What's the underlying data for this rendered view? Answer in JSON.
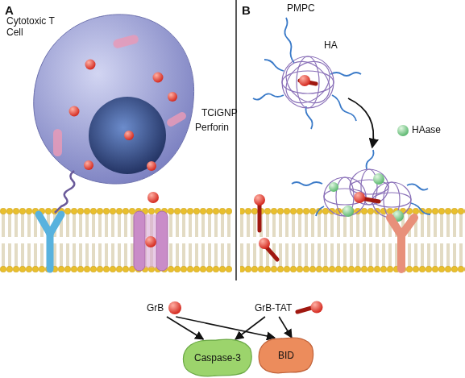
{
  "diagram": {
    "nodes": [
      {
        "text": [
          "GrB"
        ]
      },
      {
        "text": [
          "GrB-TAT"
        ]
      },
      {
        "text": [
          "Caspase-3"
        ]
      },
      {
        "text": [
          "BID"
        ]
      }
    ],
    "edges": [
      {
        "from": 0,
        "to": 2,
        "arrow": "to"
      },
      {
        "from": 0,
        "to": 3,
        "arrow": "to"
      },
      {
        "from": 1,
        "to": 2,
        "arrow": "to"
      },
      {
        "from": 1,
        "to": 3,
        "arrow": "to"
      }
    ],
    "labels": [
      "A",
      "Cytotoxic T Cell",
      "Perforin",
      "B",
      "PMPC",
      "HA",
      "TCiGNP",
      "HAase"
    ]
  }
}
